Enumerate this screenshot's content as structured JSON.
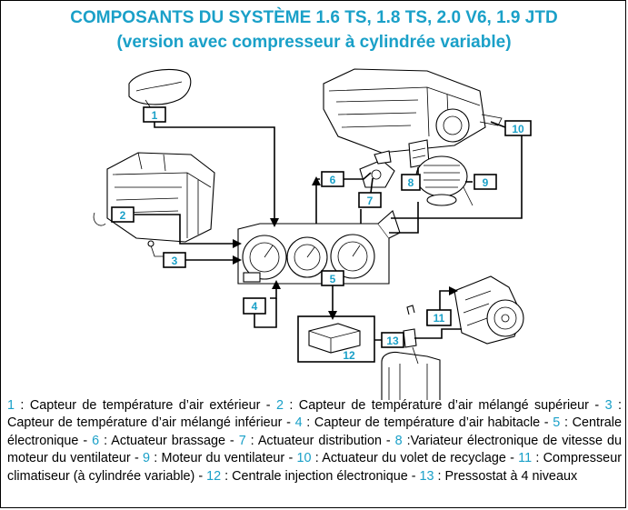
{
  "title": {
    "line1": "COMPOSANTS DU SYSTÈME 1.6 TS, 1.8 TS, 2.0 V6, 1.9 JTD",
    "line2": "(version avec compresseur à cylindrée variable)"
  },
  "colors": {
    "accent": "#1aa0c8",
    "ink": "#000000"
  },
  "labels": [
    "1",
    "2",
    "3",
    "4",
    "5",
    "6",
    "7",
    "8",
    "9",
    "10",
    "11",
    "12",
    "13"
  ],
  "legend": [
    {
      "num": "1",
      "text": " : Capteur de température d’air extérieur - "
    },
    {
      "num": "2",
      "text": " : Capteur de température d’air mélangé supérieur - "
    },
    {
      "num": "3",
      "text": " : Capteur de température d’air mélangé inférieur - "
    },
    {
      "num": "4",
      "text": " : Capteur de température d’air habitacle - "
    },
    {
      "num": "5",
      "text": " : Centrale électronique - "
    },
    {
      "num": "6",
      "text": " : Actuateur brassage - "
    },
    {
      "num": "7",
      "text": " : Actuateur distribution - "
    },
    {
      "num": "8",
      "text": " :Variateur électronique de vitesse du moteur du ventilateur - "
    },
    {
      "num": "9",
      "text": " : Moteur du ventilateur - "
    },
    {
      "num": "10",
      "text": " : Actuateur du volet de recyclage - "
    },
    {
      "num": "11",
      "text": " : Compresseur climatiseur (à cylindrée variable) - "
    },
    {
      "num": "12",
      "text": " : Centrale injection électronique - "
    },
    {
      "num": "13",
      "text": " : Pressostat à 4 niveaux"
    }
  ]
}
